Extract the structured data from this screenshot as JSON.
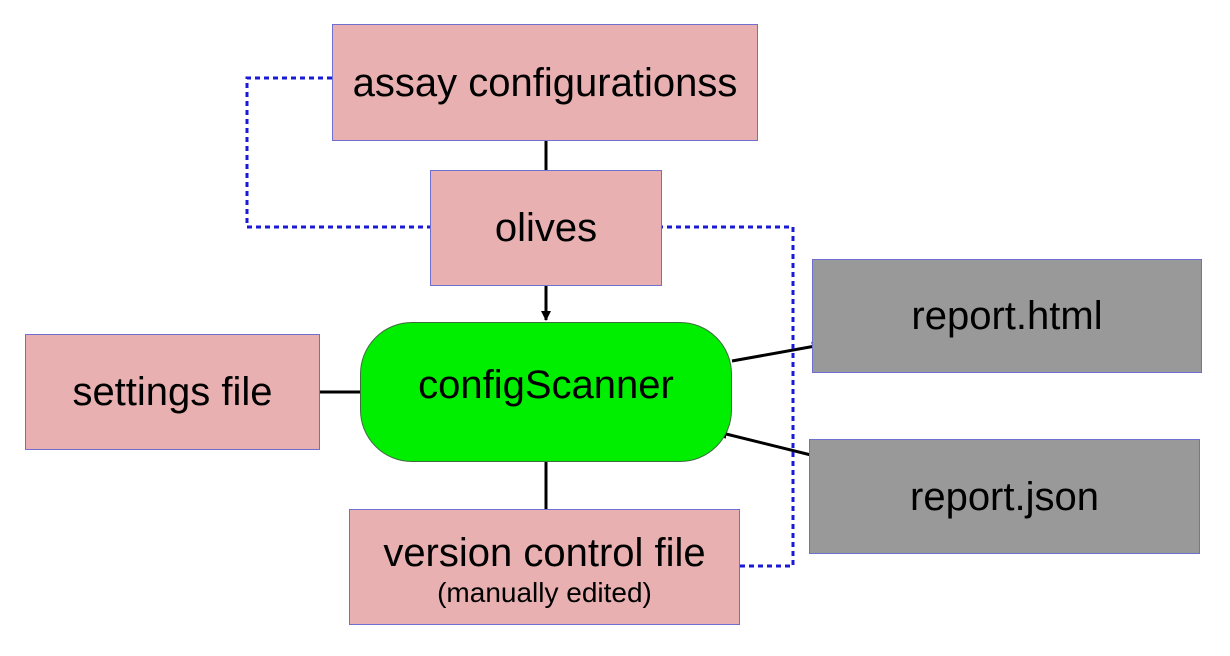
{
  "nodes": {
    "assay": {
      "label": "assay configurationss"
    },
    "olives": {
      "label": "olives"
    },
    "settings": {
      "label": "settings file"
    },
    "scanner": {
      "label": "configScanner"
    },
    "vcf": {
      "label": "version control file",
      "note": "(manually edited)"
    },
    "report_html": {
      "label": "report.html"
    },
    "report_json": {
      "label": "report.json"
    }
  },
  "colors": {
    "input_box": "#e8b0b0",
    "output_box": "#999999",
    "scanner_box": "#00ee00",
    "solid_edge": "#000000",
    "dotted_edge": "#1a1ad6"
  }
}
